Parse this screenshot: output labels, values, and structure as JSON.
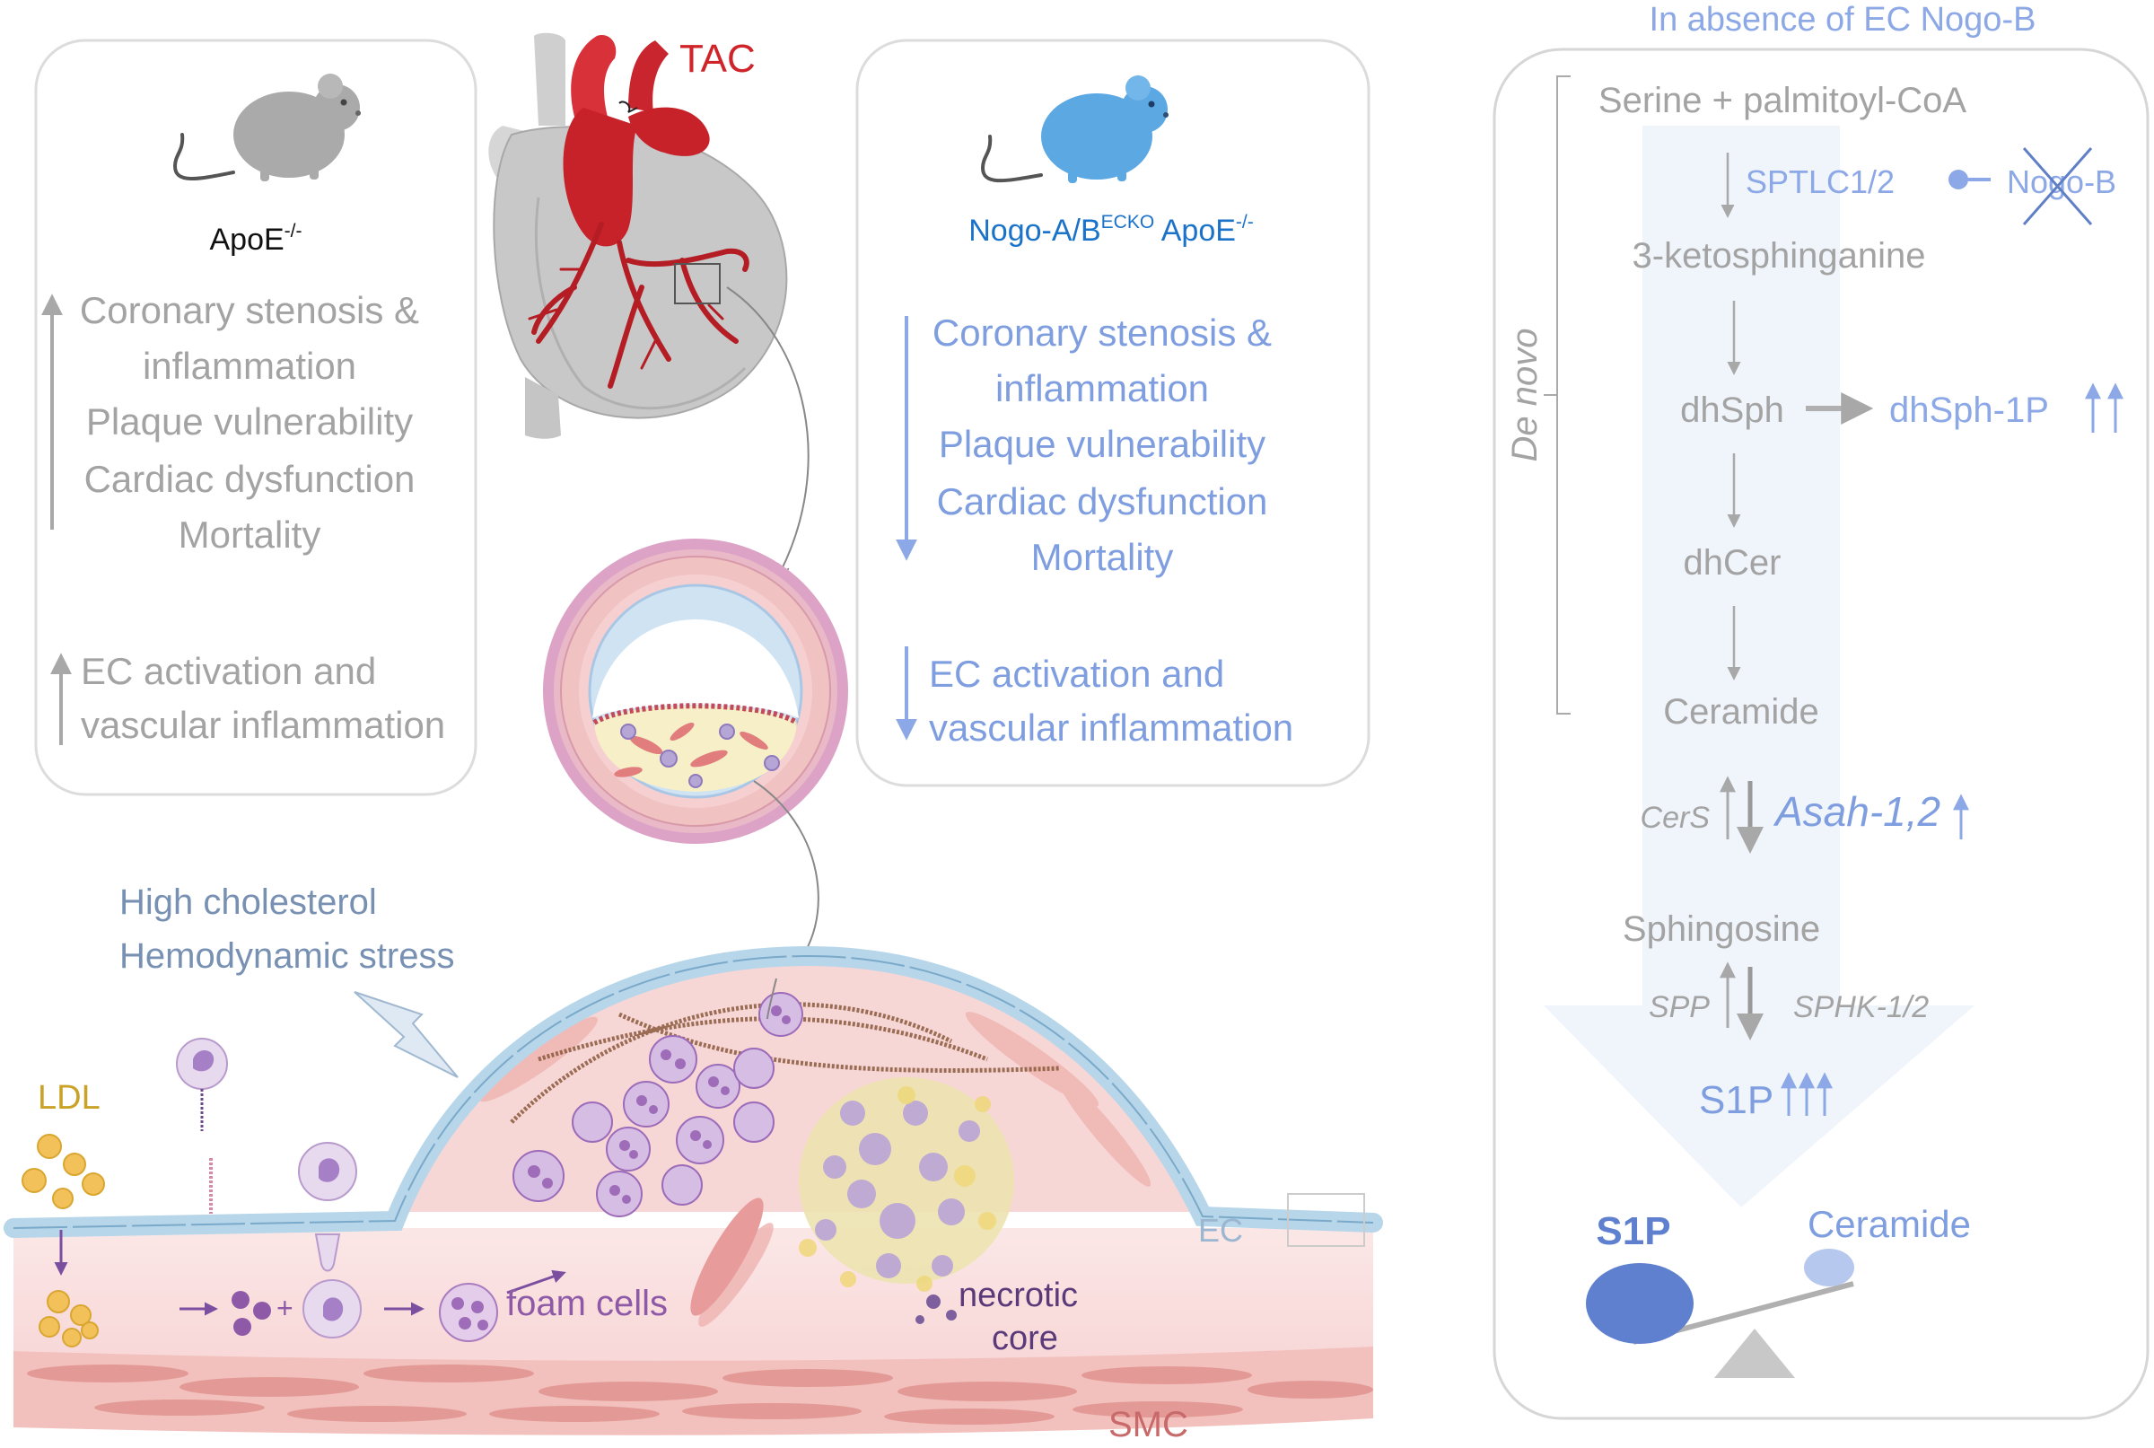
{
  "left_panel": {
    "genotype_main": "ApoE",
    "genotype_sup": "-/-",
    "outcomes": [
      "Coronary stenosis &",
      "inflammation",
      "Plaque vulnerability",
      "Cardiac dysfunction",
      "Mortality"
    ],
    "ec_outcomes": [
      "EC activation and",
      "vascular inflammation"
    ]
  },
  "heart": {
    "label": "TAC"
  },
  "middle_panel": {
    "genotype_a": "Nogo-A/B",
    "genotype_a_sup": "ECKO",
    "genotype_b": "ApoE",
    "genotype_b_sup": "-/-",
    "outcomes": [
      "Coronary stenosis &",
      "inflammation",
      "Plaque vulnerability",
      "Cardiac dysfunction",
      "Mortality"
    ],
    "ec_outcomes": [
      "EC activation and",
      "vascular inflammation"
    ]
  },
  "plaque": {
    "risk_factors": [
      "High cholesterol",
      "Hemodynamic stress"
    ],
    "ldl": "LDL",
    "plus": "+",
    "foam_cells": "foam cells",
    "necrotic_core": [
      "necrotic",
      "core"
    ],
    "ec": "EC",
    "smc": "SMC"
  },
  "pathway": {
    "title": "In absence of EC Nogo-B",
    "de_novo": "De novo",
    "serine": "Serine + palmitoyl-CoA",
    "sptlc": "SPTLC1/2",
    "nogo_b": "Nogo-B",
    "ketosphinganine": "3-ketosphinganine",
    "dhsph": "dhSph",
    "dhsph1p": "dhSph-1P",
    "dhcer": "dhCer",
    "ceramide": "Ceramide",
    "cers": "CerS",
    "asah": "Asah-1,2",
    "sphingosine": "Sphingosine",
    "spp": "SPP",
    "sphk": "SPHK-1/2",
    "s1p": "S1P",
    "balance_s1p": "S1P",
    "balance_ceramide": "Ceramide"
  },
  "colors": {
    "grey_text": "#a3a3a3",
    "blue_text": "#7f9ee0",
    "tac_red": "#d0242b",
    "ldl_gold": "#c9a227",
    "foam_purple": "#8e5aa8",
    "smc_red": "#c96a6a"
  }
}
